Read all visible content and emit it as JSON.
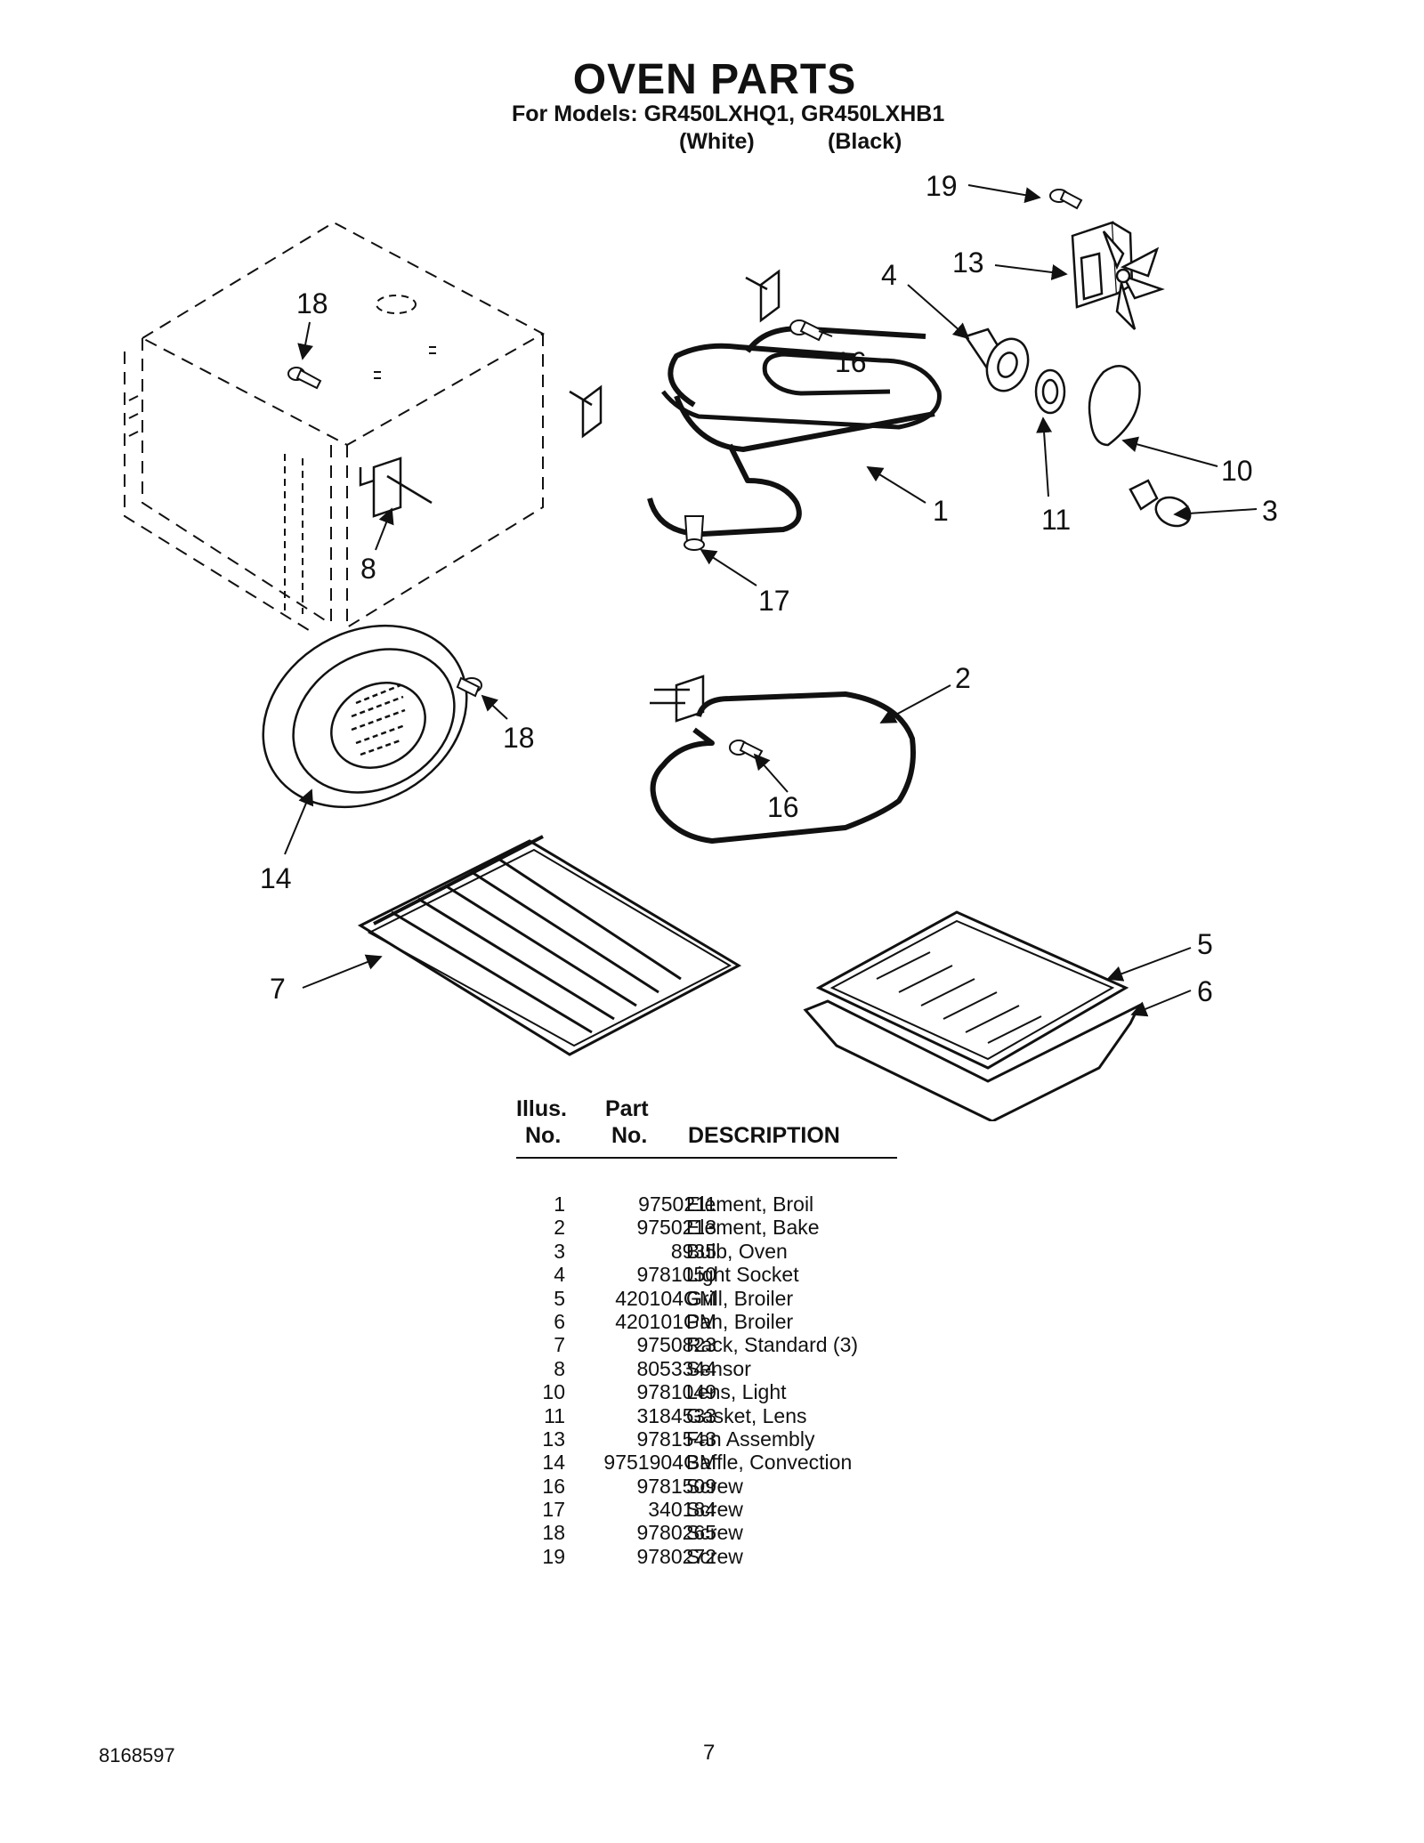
{
  "title": "OVEN PARTS",
  "models_line": "For Models: GR450LXHQ1, GR450LXHB1",
  "color_white": "(White)",
  "color_black": "(Black)",
  "callouts": {
    "c1": "1",
    "c2": "2",
    "c3": "3",
    "c4": "4",
    "c5": "5",
    "c6": "6",
    "c7": "7",
    "c8": "8",
    "c10": "10",
    "c11": "11",
    "c13": "13",
    "c14": "14",
    "c16a": "16",
    "c16b": "16",
    "c17": "17",
    "c18a": "18",
    "c18b": "18",
    "c19": "19"
  },
  "table": {
    "header_illus_1": "Illus.",
    "header_illus_2": "No.",
    "header_part_1": "Part",
    "header_part_2": "No.",
    "header_desc": "DESCRIPTION",
    "rows": [
      {
        "no": "1",
        "part": "9750211",
        "desc": "Element, Broil"
      },
      {
        "no": "2",
        "part": "9750213",
        "desc": "Element, Bake"
      },
      {
        "no": "3",
        "part": "8935",
        "desc": "Bulb, Oven"
      },
      {
        "no": "4",
        "part": "9781050",
        "desc": "Light Socket"
      },
      {
        "no": "5",
        "part": "420104GM",
        "desc": "Grill, Broiler"
      },
      {
        "no": "6",
        "part": "420101GM",
        "desc": "Pan, Broiler"
      },
      {
        "no": "7",
        "part": "9750823",
        "desc": "Rack, Standard (3)"
      },
      {
        "no": "8",
        "part": "8053344",
        "desc": "Sensor"
      },
      {
        "no": "10",
        "part": "9781049",
        "desc": "Lens, Light"
      },
      {
        "no": "11",
        "part": "3184533",
        "desc": "Gasket, Lens"
      },
      {
        "no": "13",
        "part": "9781543",
        "desc": "Fan Assembly"
      },
      {
        "no": "14",
        "part": "9751904GM",
        "desc": "Baffle, Convection"
      },
      {
        "no": "16",
        "part": "9781509",
        "desc": "Screw"
      },
      {
        "no": "17",
        "part": "340184",
        "desc": "Screw"
      },
      {
        "no": "18",
        "part": "9780265",
        "desc": "Screw"
      },
      {
        "no": "19",
        "part": "9780272",
        "desc": "Screw"
      }
    ]
  },
  "footer": {
    "doc_number": "8168597",
    "page_number": "7"
  }
}
